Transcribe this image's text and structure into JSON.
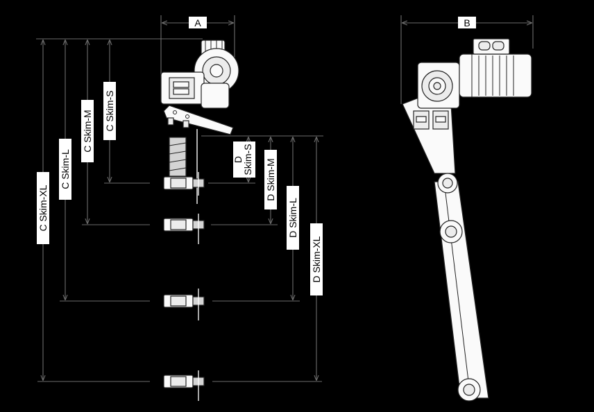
{
  "labels": {
    "A": "A",
    "B": "B",
    "c_skim_xl": "C Skim-XL",
    "c_skim_l": "C Skim-L",
    "c_skim_m": "C Skim-M",
    "c_skim_s": "C Skim-S",
    "d_skim_s_line1": "D",
    "d_skim_s_line2": "Skim-S",
    "d_skim_m": "D Skim-M",
    "d_skim_l": "D Skim-L",
    "d_skim_xl": "D Skim-XL"
  }
}
